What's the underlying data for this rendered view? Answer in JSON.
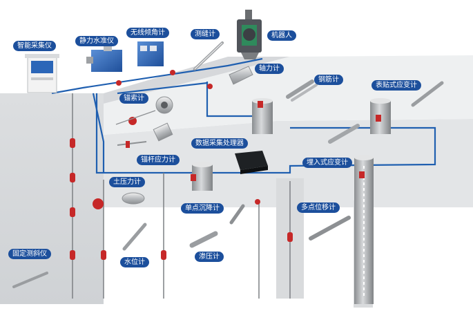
{
  "diagram": {
    "labels": {
      "smart_collector": "智能采集仪",
      "hydrostatic_level": "静力水准仪",
      "wireless_tilt_meter": "无线倾角计",
      "crack_meter": "测缝计",
      "robot": "机器人",
      "axial_force_meter": "轴力计",
      "rebar_meter": "钢筋计",
      "surface_strain_gauge": "表贴式应变计",
      "anchor_cable_meter": "锚索计",
      "anchor_rod_stress_meter": "锚杆应力计",
      "data_processor": "数据采集处理器",
      "embedded_strain_gauge": "埋入式应变计",
      "earth_pressure_meter": "土压力计",
      "single_point_settlement": "单点沉降计",
      "multi_point_displacement": "多点位移计",
      "fixed_inclinometer": "固定测斜仪",
      "water_level_meter": "水位计",
      "osmometer": "渗压计"
    },
    "colors": {
      "label_bg": "#1c4f9c",
      "cable": "#1f5fb0",
      "node": "#c62828",
      "wall": "#d4d6d9",
      "ground": "#e2e4e6"
    }
  }
}
